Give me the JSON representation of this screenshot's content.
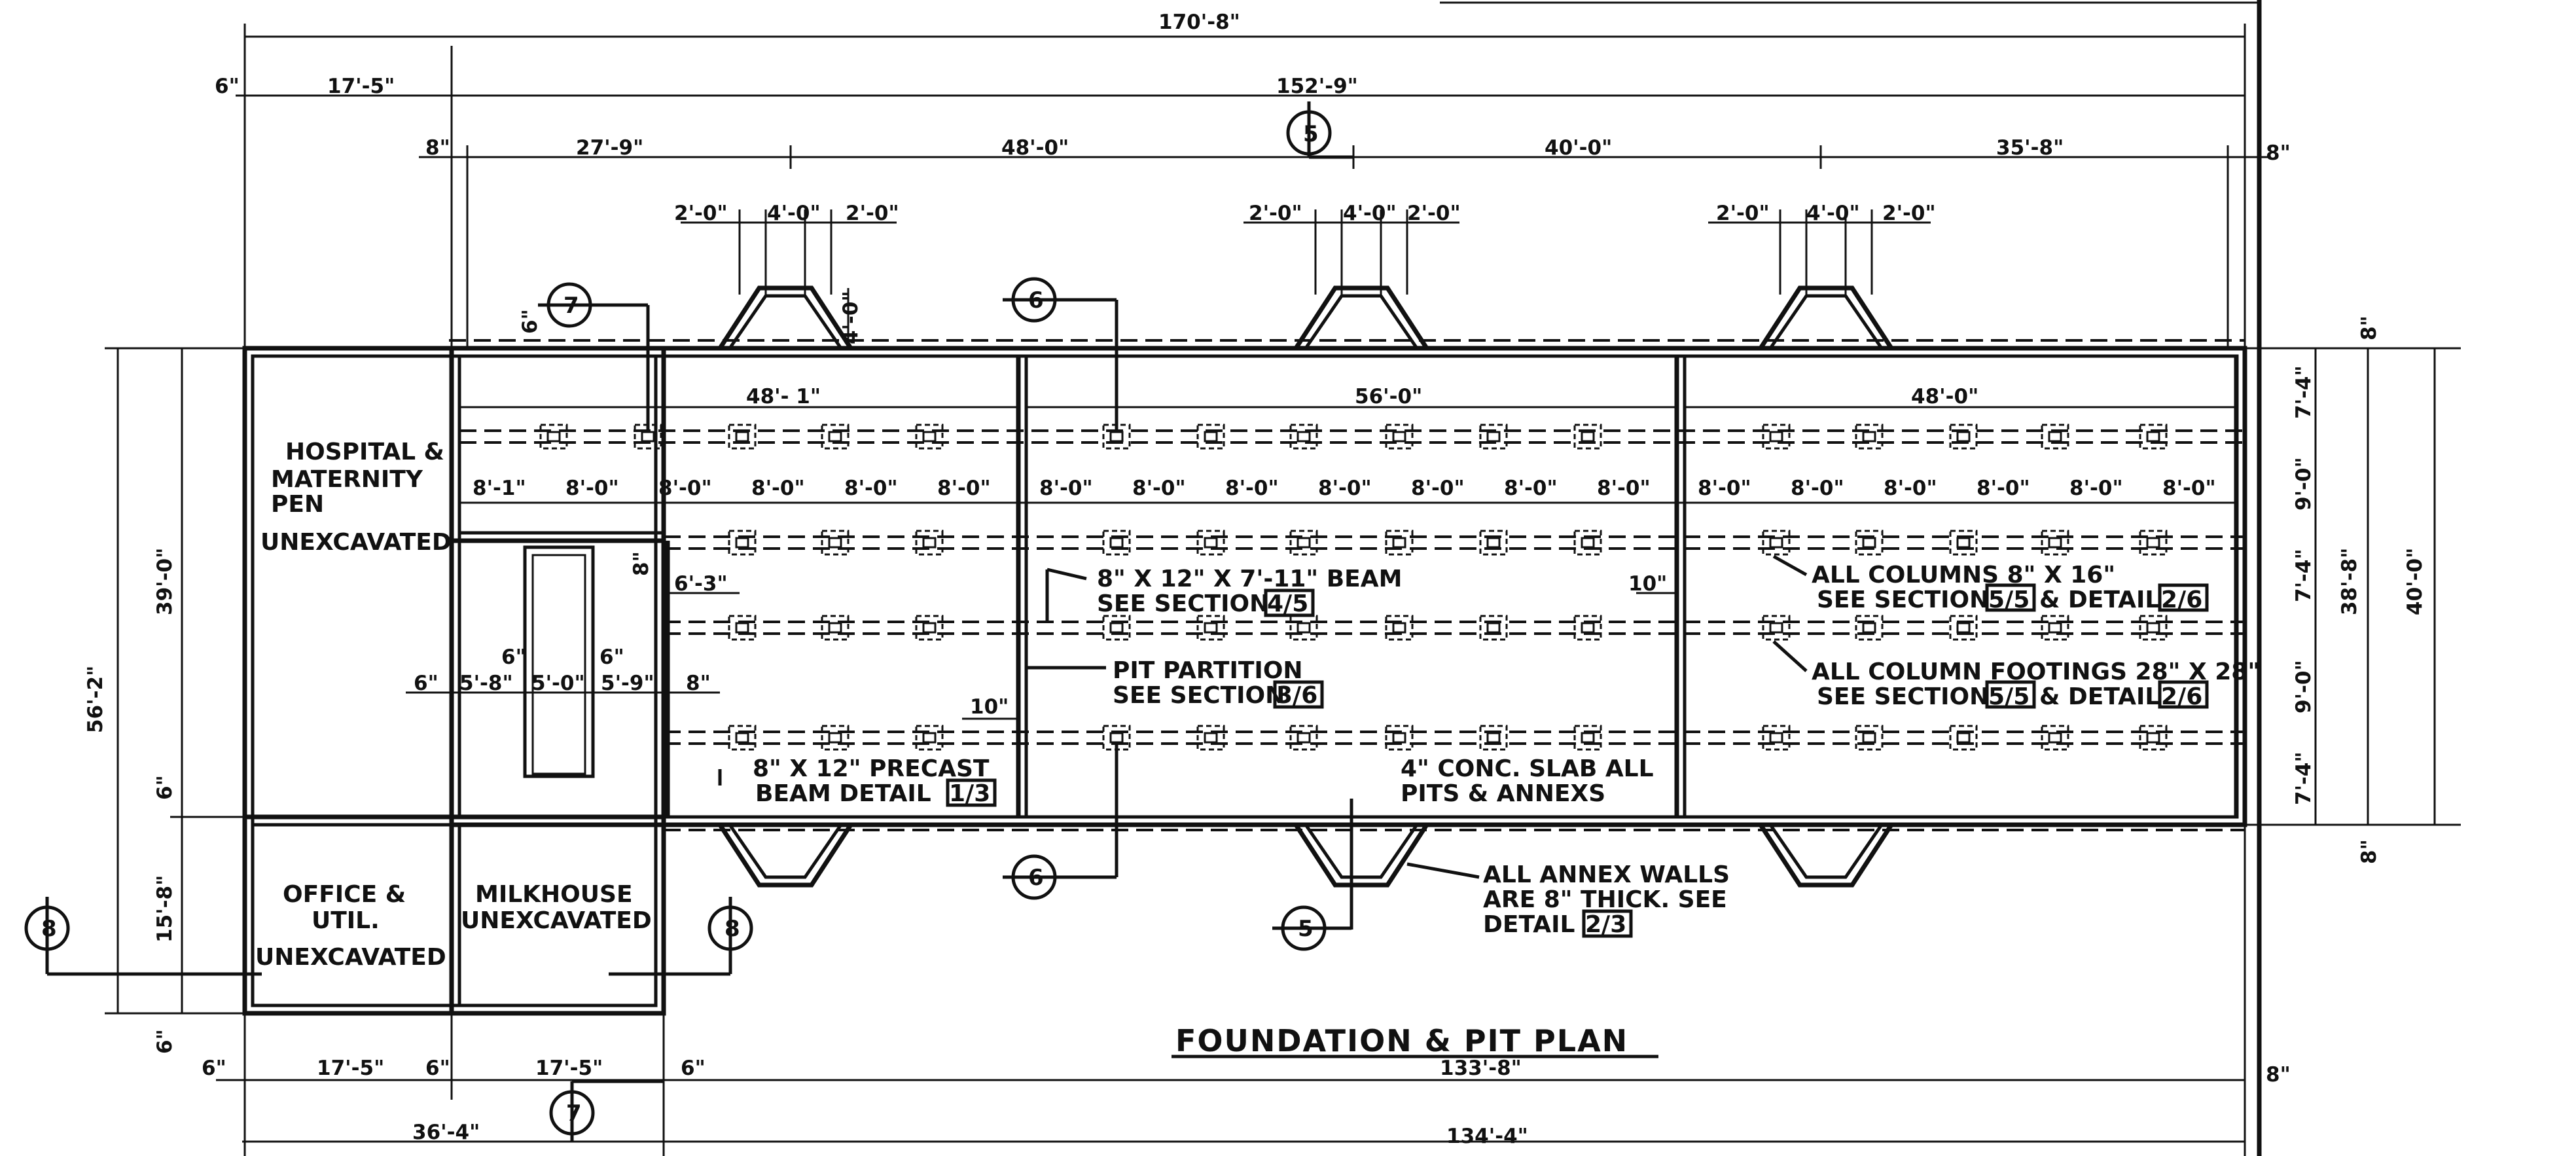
{
  "title": "FOUNDATION & PIT PLAN",
  "overall": {
    "top": "170'-8\"",
    "top_inner": "152'-9\"",
    "bottom_pit": "133'-8\"",
    "bottom_total": "134'-4\"",
    "bottom_left": "36'-4\""
  },
  "top_dims": {
    "left_6": "6\"",
    "left_17_5": "17'-5\"",
    "left_8": "8\"",
    "d27_9": "27'-9\"",
    "d48_0": "48'-0\"",
    "d40_0": "40'-0\"",
    "d35_8": "35'-8\"",
    "right_8": "8\""
  },
  "annex_dims": {
    "a": "2'-0\"",
    "b": "4'-0\"",
    "c": "2'-0\"",
    "depth": "4'-0\""
  },
  "pit_spans": [
    "48'- 1\"",
    "56'-0\"",
    "48'-0\""
  ],
  "bays_pit1": [
    "8'-1\"",
    "8'-0\"",
    "8'-0\"",
    "8'-0\"",
    "8'-0\"",
    "8'-0\""
  ],
  "bays_pit2": [
    "8'-0\"",
    "8'-0\"",
    "8'-0\"",
    "8'-0\"",
    "8'-0\"",
    "8'-0\"",
    "8'-0\""
  ],
  "bays_pit3": [
    "8'-0\"",
    "8'-0\"",
    "8'-0\"",
    "8'-0\"",
    "8'-0\"",
    "8'-0\""
  ],
  "left_dims": {
    "total": "56'-2\"",
    "upper": "39'-0\"",
    "lower": "15'-8\"",
    "t6": "6\"",
    "m6": "6\"",
    "b6": "6\""
  },
  "right_dims": {
    "total": "40'-0\"",
    "inner": "38'-8\"",
    "d1": "7'-4\"",
    "d2": "9'-0\"",
    "d3": "7'-4\"",
    "d4": "9'-0\"",
    "d5": "7'-4\"",
    "top8": "8\"",
    "bot8": "8\""
  },
  "channel_dims": {
    "d6_3": "6'-3\"",
    "d8v": "8\"",
    "d6": "6\"",
    "d5_8": "5'-8\"",
    "d5_0": "5'-0\"",
    "d5_9": "5'-9\"",
    "d8": "8\"",
    "d6a": "6\"",
    "d6b": "6\"",
    "d10a": "10\"",
    "d10b": "10\""
  },
  "bottom_dims": {
    "b6a": "6\"",
    "b17a": "17'-5\"",
    "b6b": "6\"",
    "b17b": "17'-5\"",
    "b6c": "6\"",
    "b8": "8\""
  },
  "rooms": {
    "hospital_1": "HOSPITAL &",
    "hospital_2": "MATERNITY",
    "hospital_3": "PEN",
    "hospital_4": "UNEXCAVATED",
    "office_1": "OFFICE &",
    "office_2": "UTIL.",
    "office_3": "UNEXCAVATED",
    "milk_1": "MILKHOUSE",
    "milk_2": "UNEXCAVATED"
  },
  "notes": {
    "beam_1": "8\" X 12\" X 7'-11\" BEAM",
    "beam_2": "SEE SECTION",
    "beam_ref": "4/5",
    "part_1": "PIT PARTITION",
    "part_2": "SEE SECTION",
    "part_ref": "3/6",
    "precast_1": "8\" X 12\" PRECAST",
    "precast_2": "BEAM DETAIL",
    "precast_ref": "1/3",
    "slab_1": "4\" CONC. SLAB ALL",
    "slab_2": "PITS & ANNEXS",
    "annex_1": "ALL ANNEX WALLS",
    "annex_2": "ARE 8\" THICK. SEE",
    "annex_3": "DETAIL",
    "annex_ref": "2/3",
    "cols_1": "ALL COLUMNS 8\" X 16\"",
    "cols_2": "SEE SECTION",
    "cols_ref1": "5/5",
    "cols_3": "& DETAIL",
    "cols_ref2": "2/6",
    "foot_1": "ALL COLUMN FOOTINGS 28\" X 28\"",
    "foot_2": "SEE SECTION",
    "foot_ref1": "5/5",
    "foot_3": "& DETAIL",
    "foot_ref2": "2/6"
  },
  "section_markers": {
    "m5_top": "5",
    "m7_top": "7",
    "m6_top": "6",
    "m6_bot": "6",
    "m5_bot": "5",
    "m8_left": "8",
    "m8_mid": "8",
    "m7_bot": "7"
  }
}
